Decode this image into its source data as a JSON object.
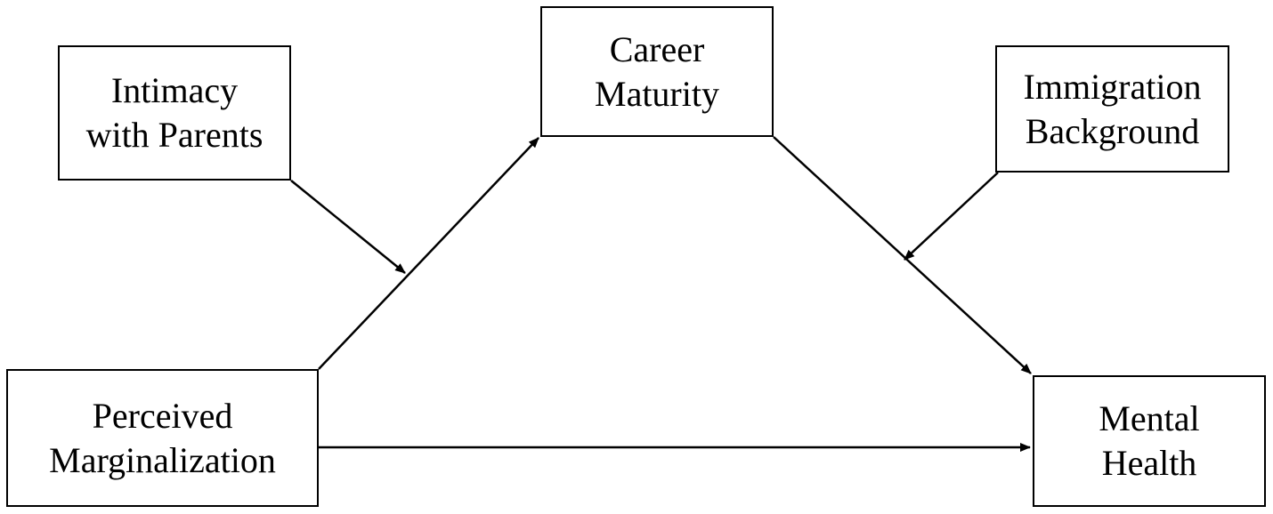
{
  "nodes": {
    "intimacy_with_parents": {
      "lines": [
        "Intimacy",
        "with Parents"
      ]
    },
    "career_maturity": {
      "lines": [
        "Career",
        "Maturity"
      ]
    },
    "immigration_background": {
      "lines": [
        "Immigration",
        "Background"
      ]
    },
    "perceived_marginalization": {
      "lines": [
        "Perceived",
        "Marginalization"
      ]
    },
    "mental_health": {
      "lines": [
        "Mental",
        "Health"
      ]
    }
  },
  "edges": [
    {
      "from": "perceived_marginalization",
      "to": "career_maturity",
      "type": "path"
    },
    {
      "from": "career_maturity",
      "to": "mental_health",
      "type": "path"
    },
    {
      "from": "perceived_marginalization",
      "to": "mental_health",
      "type": "path"
    },
    {
      "from": "intimacy_with_parents",
      "to": "perceived_marginalization->career_maturity",
      "type": "moderation"
    },
    {
      "from": "immigration_background",
      "to": "career_maturity->mental_health",
      "type": "moderation"
    }
  ],
  "colors": {
    "stroke": "#000000",
    "background": "#ffffff"
  }
}
